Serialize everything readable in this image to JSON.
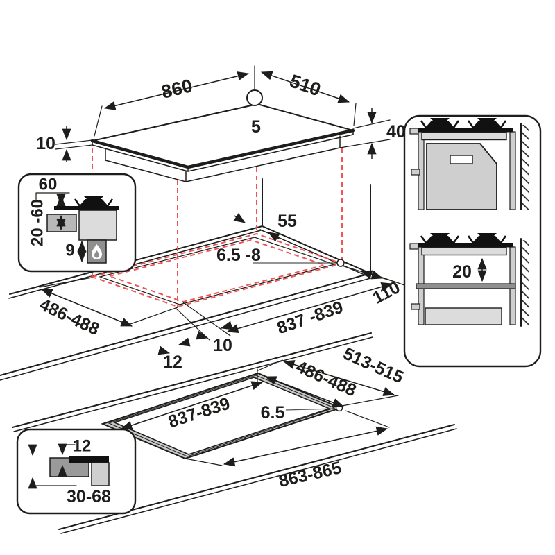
{
  "colors": {
    "line": "#1d1d1b",
    "dashed_red": "#f05454",
    "gray_light": "#dcdcdc",
    "gray_mid": "#c9c9c9",
    "gray_dark": "#8f8f8f"
  },
  "top_view": {
    "width": "860",
    "depth": "510",
    "gas_inlet": "5",
    "body_height": "40",
    "glass_thickness": "10"
  },
  "burner_inset": {
    "burner_width": "60",
    "side_clearance": "20 -60",
    "below_depth": "9"
  },
  "cutout_view": {
    "back_gap": "55",
    "corner_radius": "6.5 -8",
    "right_gap": "110",
    "cutout_length": "837 -839",
    "cutout_depth": "486-488",
    "front_gap": "10",
    "edge_overhang": "12"
  },
  "cabinet_panel": {
    "shelf_clearance": "20"
  },
  "flush_view": {
    "recess_depth": "513-515",
    "cutout_depth": "486-488",
    "cutout_length": "837-839",
    "corner_radius": "6.5",
    "recess_length": "863-865"
  },
  "flush_inset": {
    "step_depth": "12",
    "counter_thickness": "30-68"
  }
}
